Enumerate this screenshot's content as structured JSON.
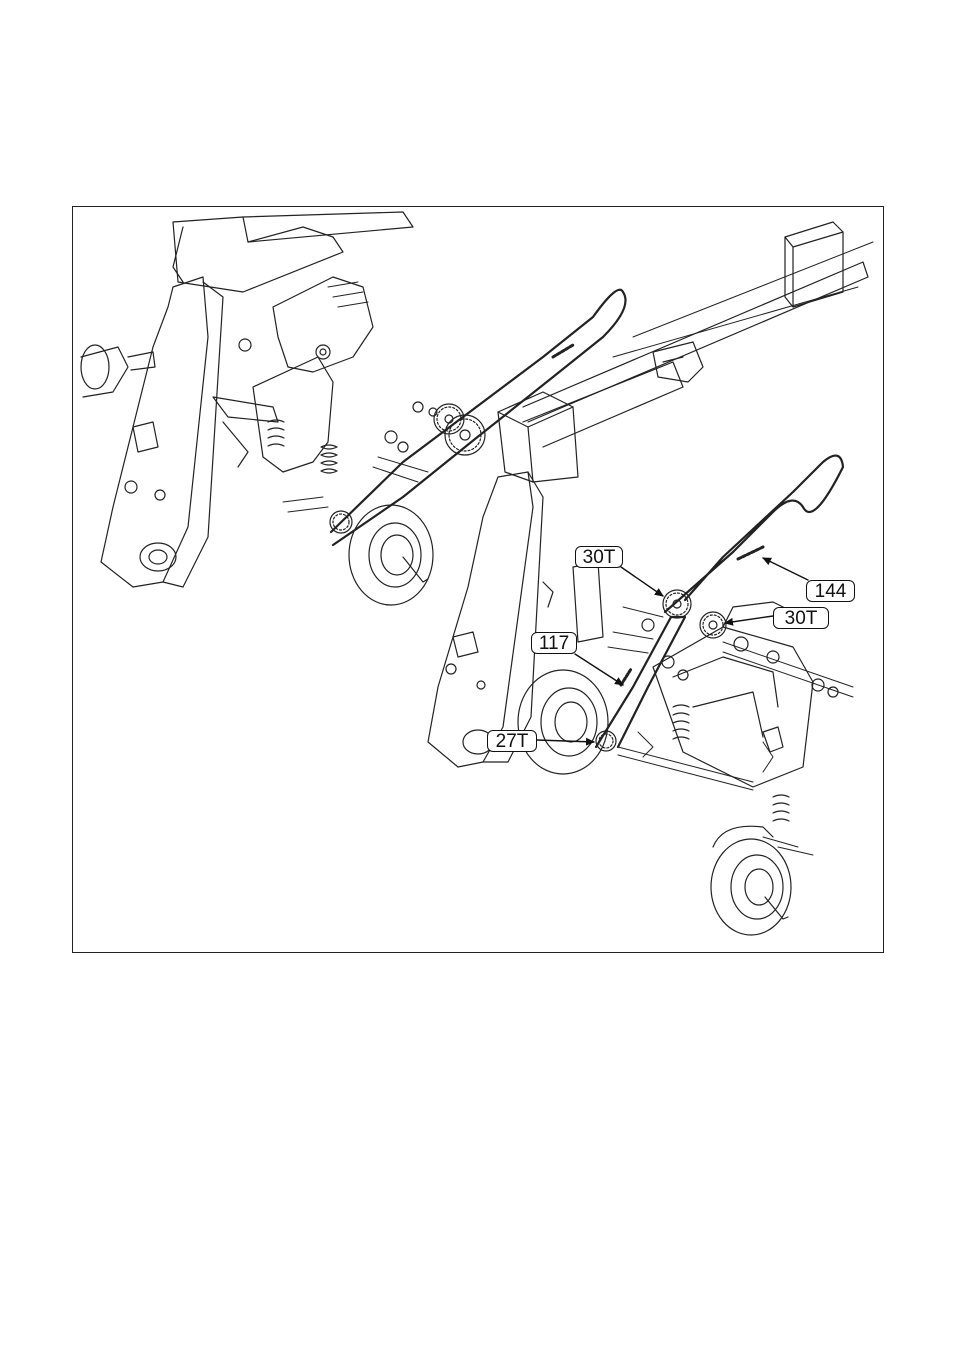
{
  "figure": {
    "callouts": {
      "sprocket_upper": "30T",
      "chain_long": "144",
      "sprocket_right": "30T",
      "chain_short": "117",
      "sprocket_lower": "27T"
    }
  }
}
